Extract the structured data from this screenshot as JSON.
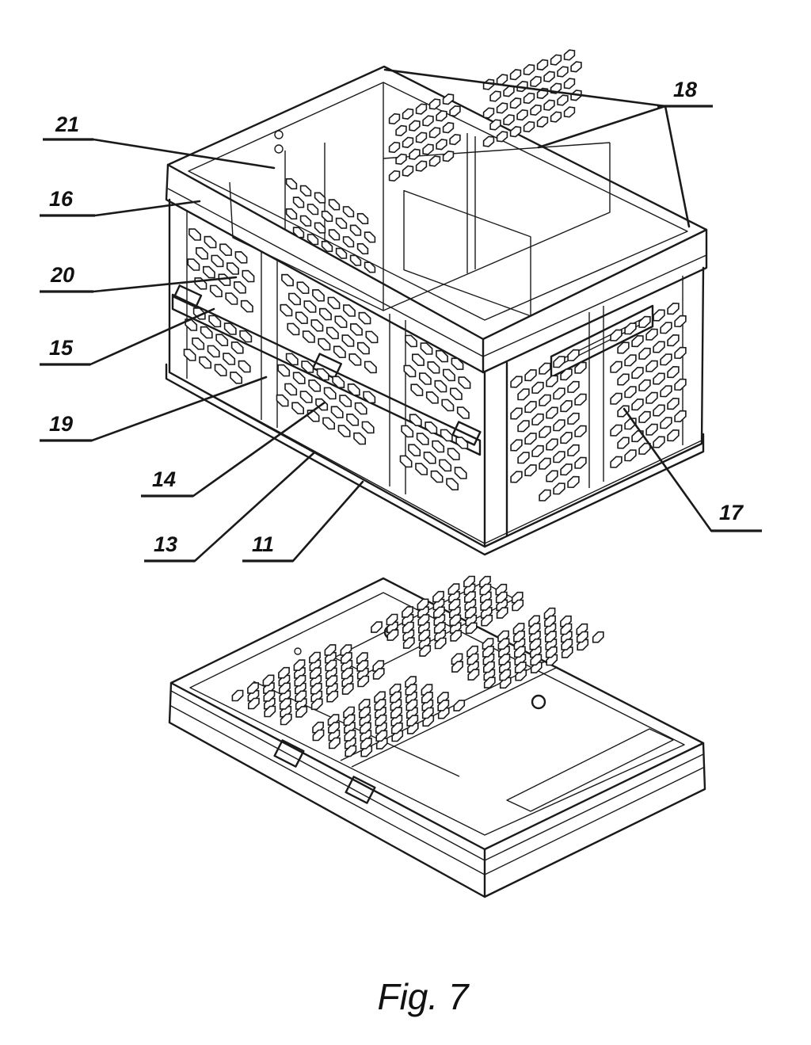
{
  "figure": {
    "caption": "Fig. 7",
    "labels": {
      "l18": "18",
      "l21": "21",
      "l16": "16",
      "l20": "20",
      "l15": "15",
      "l19": "19",
      "l14": "14",
      "l13": "13",
      "l11": "11",
      "l17": "17"
    }
  }
}
